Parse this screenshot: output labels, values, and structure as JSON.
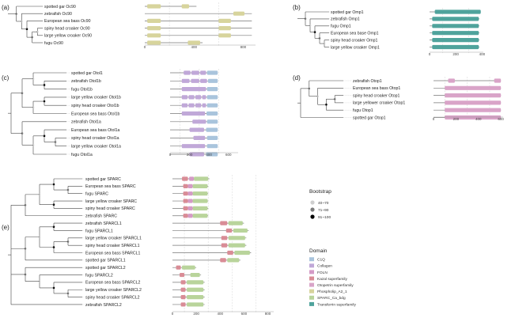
{
  "colors": {
    "C1Q": "#a9c4dc",
    "Collagen": "#c0a8d8",
    "FOLN": "#d49ac6",
    "Kazal superfamily": "#d98c96",
    "Otopetrin superfamily": "#d9a4c8",
    "Phospholip_A2_1": "#d7d49c",
    "SPARC_Ca_bdg": "#b9d49b",
    "Transferrin superfamily": "#4fa39c"
  },
  "panels": [
    {
      "letter": "(a)",
      "axis_ticks": [
        "0",
        "400",
        "800"
      ],
      "axis_max": 900,
      "vlines": [
        200,
        600
      ],
      "taxa": [
        {
          "name": "spotted gar Oc90",
          "len": 420,
          "domains": [
            {
              "s": 20,
              "e": 130,
              "type": "Phospholip_A2_1"
            },
            {
              "s": 300,
              "e": 360,
              "type": "Phospholip_A2_1"
            }
          ]
        },
        {
          "name": "zebrafish Oc90",
          "len": 870,
          "domains": [
            {
              "s": 720,
              "e": 810,
              "type": "Phospholip_A2_1"
            }
          ]
        },
        {
          "name": "European sea bass Oc90",
          "len": 870,
          "domains": [
            {
              "s": 20,
              "e": 130,
              "type": "Phospholip_A2_1"
            },
            {
              "s": 600,
              "e": 700,
              "type": "Phospholip_A2_1"
            }
          ]
        },
        {
          "name": "spiny head croaker Oc90",
          "len": 870,
          "domains": [
            {
              "s": 20,
              "e": 130,
              "type": "Phospholip_A2_1"
            },
            {
              "s": 600,
              "e": 700,
              "type": "Phospholip_A2_1"
            }
          ]
        },
        {
          "name": "large yellow croaker Oc90",
          "len": 870,
          "domains": [
            {
              "s": 20,
              "e": 130,
              "type": "Phospholip_A2_1"
            },
            {
              "s": 600,
              "e": 700,
              "type": "Phospholip_A2_1"
            }
          ]
        },
        {
          "name": "fugu Oc90",
          "len": 470,
          "domains": [
            {
              "s": 20,
              "e": 130,
              "type": "Phospholip_A2_1"
            },
            {
              "s": 350,
              "e": 450,
              "type": "Phospholip_A2_1"
            }
          ]
        }
      ]
    },
    {
      "letter": "(b)",
      "axis_ticks": [
        "0",
        "200",
        "400"
      ],
      "axis_max": 410,
      "vlines": [
        100,
        300
      ],
      "taxa": [
        {
          "name": "spotted gar Omp1",
          "len": 390,
          "domains": [
            {
              "s": 40,
              "e": 390,
              "type": "Transferrin superfamily"
            }
          ]
        },
        {
          "name": "zebrafish Omp1",
          "len": 380,
          "domains": [
            {
              "s": 20,
              "e": 375,
              "type": "Transferrin superfamily"
            }
          ]
        },
        {
          "name": "fugu Omp1",
          "len": 380,
          "domains": [
            {
              "s": 20,
              "e": 375,
              "type": "Transferrin superfamily"
            }
          ]
        },
        {
          "name": "European sea base Omp1",
          "len": 380,
          "domains": [
            {
              "s": 20,
              "e": 375,
              "type": "Transferrin superfamily"
            }
          ]
        },
        {
          "name": "spiny head croaker Omp1",
          "len": 380,
          "domains": [
            {
              "s": 20,
              "e": 375,
              "type": "Transferrin superfamily"
            }
          ]
        },
        {
          "name": "large yellow croaker Omp1",
          "len": 380,
          "domains": [
            {
              "s": 20,
              "e": 375,
              "type": "Transferrin superfamily"
            }
          ]
        }
      ]
    },
    {
      "letter": "(c)",
      "axis_ticks": [
        "0",
        "200",
        "400",
        "600"
      ],
      "axis_max": 700,
      "vlines": [
        100,
        300,
        500
      ],
      "taxa": [
        {
          "name": "spotted gar Otol1",
          "len": 490,
          "domains": [
            {
              "s": 140,
              "e": 210,
              "type": "Collagen"
            },
            {
              "s": 220,
              "e": 300,
              "type": "Collagen"
            },
            {
              "s": 310,
              "e": 370,
              "type": "Collagen"
            },
            {
              "s": 380,
              "e": 490,
              "type": "C1Q"
            }
          ]
        },
        {
          "name": "zebrafish Otol1b",
          "len": 490,
          "domains": [
            {
              "s": 120,
              "e": 200,
              "type": "Collagen"
            },
            {
              "s": 215,
              "e": 300,
              "type": "Collagen"
            },
            {
              "s": 310,
              "e": 380,
              "type": "Collagen"
            },
            {
              "s": 390,
              "e": 490,
              "type": "C1Q"
            }
          ]
        },
        {
          "name": "fugu Otol1b",
          "len": 490,
          "domains": [
            {
              "s": 120,
              "e": 370,
              "type": "Collagen"
            },
            {
              "s": 380,
              "e": 490,
              "type": "C1Q"
            }
          ]
        },
        {
          "name": "large yellow croaker Otol1b",
          "len": 490,
          "domains": [
            {
              "s": 120,
              "e": 180,
              "type": "Collagen"
            },
            {
              "s": 190,
              "e": 250,
              "type": "Collagen"
            },
            {
              "s": 260,
              "e": 320,
              "type": "Collagen"
            },
            {
              "s": 330,
              "e": 370,
              "type": "Collagen"
            },
            {
              "s": 380,
              "e": 490,
              "type": "C1Q"
            }
          ]
        },
        {
          "name": "spiny head croaker Otol1b",
          "len": 490,
          "domains": [
            {
              "s": 120,
              "e": 180,
              "type": "Collagen"
            },
            {
              "s": 190,
              "e": 250,
              "type": "Collagen"
            },
            {
              "s": 260,
              "e": 320,
              "type": "Collagen"
            },
            {
              "s": 330,
              "e": 370,
              "type": "Collagen"
            },
            {
              "s": 380,
              "e": 490,
              "type": "C1Q"
            }
          ]
        },
        {
          "name": "European sea bass Otol1b",
          "len": 490,
          "domains": [
            {
              "s": 120,
              "e": 360,
              "type": "Collagen"
            },
            {
              "s": 375,
              "e": 490,
              "type": "C1Q"
            }
          ]
        },
        {
          "name": "zebrafish Otol1a",
          "len": 490,
          "domains": [
            {
              "s": 230,
              "e": 370,
              "type": "Collagen"
            },
            {
              "s": 380,
              "e": 490,
              "type": "C1Q"
            }
          ]
        },
        {
          "name": "European sea bass Otol1a",
          "len": 490,
          "domains": [
            {
              "s": 200,
              "e": 350,
              "type": "Collagen"
            },
            {
              "s": 370,
              "e": 490,
              "type": "C1Q"
            }
          ]
        },
        {
          "name": "spiny head croaker Otol1a",
          "len": 490,
          "domains": [
            {
              "s": 240,
              "e": 360,
              "type": "Collagen"
            },
            {
              "s": 380,
              "e": 490,
              "type": "C1Q"
            }
          ]
        },
        {
          "name": "large yellow croaker Otol1a",
          "len": 490,
          "domains": [
            {
              "s": 120,
              "e": 360,
              "type": "Collagen"
            },
            {
              "s": 380,
              "e": 490,
              "type": "C1Q"
            }
          ]
        },
        {
          "name": "fugu Otol1a",
          "len": 490,
          "domains": [
            {
              "s": 200,
              "e": 350,
              "type": "Collagen"
            },
            {
              "s": 370,
              "e": 490,
              "type": "C1Q"
            }
          ]
        }
      ]
    },
    {
      "letter": "(d)",
      "axis_ticks": [
        "0",
        "200",
        "400",
        "600"
      ],
      "axis_max": 620,
      "vlines": [
        100,
        300,
        500
      ],
      "taxa": [
        {
          "name": "zebrafish Otop1",
          "len": 600,
          "domains": [
            {
              "s": 130,
              "e": 190,
              "type": "Otopetrin superfamily"
            },
            {
              "s": 540,
              "e": 600,
              "type": "Otopetrin superfamily"
            }
          ]
        },
        {
          "name": "European sea bass Otop1",
          "len": 600,
          "domains": [
            {
              "s": 100,
              "e": 600,
              "type": "Otopetrin superfamily"
            }
          ]
        },
        {
          "name": "spiny head croaker Otop1",
          "len": 600,
          "domains": [
            {
              "s": 100,
              "e": 600,
              "type": "Otopetrin superfamily"
            }
          ]
        },
        {
          "name": "large yellower croaker Otop1",
          "len": 600,
          "domains": [
            {
              "s": 100,
              "e": 600,
              "type": "Otopetrin superfamily"
            }
          ]
        },
        {
          "name": "fugu Otop1",
          "len": 600,
          "domains": [
            {
              "s": 100,
              "e": 600,
              "type": "Otopetrin superfamily"
            }
          ]
        },
        {
          "name": "spotted gar Otop1",
          "len": 600,
          "domains": [
            {
              "s": 100,
              "e": 600,
              "type": "Otopetrin superfamily"
            }
          ]
        }
      ]
    },
    {
      "letter": "(e)",
      "axis_ticks": [
        "0",
        "200",
        "400",
        "600",
        "800"
      ],
      "axis_max": 850,
      "vlines": [
        100,
        300,
        500,
        700
      ],
      "taxa": [
        {
          "name": "spotted gar SPARC",
          "len": 310,
          "domains": [
            {
              "s": 80,
              "e": 130,
              "type": "Kazal superfamily"
            },
            {
              "s": 140,
              "e": 180,
              "type": "FOLN"
            },
            {
              "s": 180,
              "e": 300,
              "type": "SPARC_Ca_bdg"
            }
          ]
        },
        {
          "name": "European sea bass SPARC",
          "len": 300,
          "domains": [
            {
              "s": 90,
              "e": 130,
              "type": "Kazal superfamily"
            },
            {
              "s": 130,
              "e": 170,
              "type": "FOLN"
            },
            {
              "s": 170,
              "e": 295,
              "type": "SPARC_Ca_bdg"
            }
          ]
        },
        {
          "name": "fugu SPARC",
          "len": 300,
          "domains": [
            {
              "s": 90,
              "e": 130,
              "type": "Kazal superfamily"
            },
            {
              "s": 130,
              "e": 170,
              "type": "FOLN"
            },
            {
              "s": 170,
              "e": 295,
              "type": "SPARC_Ca_bdg"
            }
          ]
        },
        {
          "name": "large yellow croaker SPARC",
          "len": 300,
          "domains": [
            {
              "s": 90,
              "e": 130,
              "type": "Kazal superfamily"
            },
            {
              "s": 130,
              "e": 170,
              "type": "FOLN"
            },
            {
              "s": 170,
              "e": 295,
              "type": "SPARC_Ca_bdg"
            }
          ]
        },
        {
          "name": "spiny head croaker SPARC",
          "len": 300,
          "domains": [
            {
              "s": 90,
              "e": 130,
              "type": "Kazal superfamily"
            },
            {
              "s": 130,
              "e": 170,
              "type": "FOLN"
            },
            {
              "s": 170,
              "e": 295,
              "type": "SPARC_Ca_bdg"
            }
          ]
        },
        {
          "name": "zebrafish SPARC",
          "len": 300,
          "domains": [
            {
              "s": 90,
              "e": 130,
              "type": "Kazal superfamily"
            },
            {
              "s": 130,
              "e": 170,
              "type": "FOLN"
            },
            {
              "s": 170,
              "e": 295,
              "type": "SPARC_Ca_bdg"
            }
          ]
        },
        {
          "name": "zebrafish SPARCL1",
          "len": 600,
          "domains": [
            {
              "s": 400,
              "e": 460,
              "type": "Kazal superfamily"
            },
            {
              "s": 470,
              "e": 590,
              "type": "SPARC_Ca_bdg"
            }
          ]
        },
        {
          "name": "fugu SPARCL1",
          "len": 640,
          "domains": [
            {
              "s": 450,
              "e": 500,
              "type": "Kazal superfamily"
            },
            {
              "s": 510,
              "e": 630,
              "type": "SPARC_Ca_bdg"
            }
          ]
        },
        {
          "name": "large yellow croaker SPARCL1",
          "len": 620,
          "domains": [
            {
              "s": 410,
              "e": 460,
              "type": "Kazal superfamily"
            },
            {
              "s": 470,
              "e": 610,
              "type": "SPARC_Ca_bdg"
            }
          ]
        },
        {
          "name": "spiny head croaker SPARCL1",
          "len": 620,
          "domains": [
            {
              "s": 410,
              "e": 460,
              "type": "Kazal superfamily"
            },
            {
              "s": 470,
              "e": 610,
              "type": "SPARC_Ca_bdg"
            }
          ]
        },
        {
          "name": "European sea bass SPARCL1",
          "len": 660,
          "domains": [
            {
              "s": 460,
              "e": 510,
              "type": "Kazal superfamily"
            },
            {
              "s": 520,
              "e": 650,
              "type": "SPARC_Ca_bdg"
            }
          ]
        },
        {
          "name": "spotted gar SPARCL1",
          "len": 570,
          "domains": [
            {
              "s": 400,
              "e": 450,
              "type": "Kazal superfamily"
            },
            {
              "s": 460,
              "e": 560,
              "type": "SPARC_Ca_bdg"
            }
          ]
        },
        {
          "name": "spotted gar SPARCL2",
          "len": 200,
          "domains": [
            {
              "s": 30,
              "e": 70,
              "type": "Kazal superfamily"
            },
            {
              "s": 80,
              "e": 190,
              "type": "SPARC_Ca_bdg"
            }
          ]
        },
        {
          "name": "fugu SPARCL2",
          "len": 240,
          "domains": [
            {
              "s": 60,
              "e": 100,
              "type": "Kazal superfamily"
            },
            {
              "s": 150,
              "e": 230,
              "type": "SPARC_Ca_bdg"
            }
          ]
        },
        {
          "name": "European sea bass SPARCL2",
          "len": 270,
          "domains": [
            {
              "s": 70,
              "e": 110,
              "type": "Kazal superfamily"
            },
            {
              "s": 120,
              "e": 260,
              "type": "SPARC_Ca_bdg"
            }
          ]
        },
        {
          "name": "large yellow croaker SPARCL2",
          "len": 270,
          "domains": [
            {
              "s": 70,
              "e": 110,
              "type": "Kazal superfamily"
            },
            {
              "s": 120,
              "e": 260,
              "type": "SPARC_Ca_bdg"
            }
          ]
        },
        {
          "name": "spiny head croaker SPARCL2",
          "len": 270,
          "domains": [
            {
              "s": 70,
              "e": 110,
              "type": "Kazal superfamily"
            },
            {
              "s": 120,
              "e": 260,
              "type": "SPARC_Ca_bdg"
            }
          ]
        },
        {
          "name": "zebrafish SPARCL2",
          "len": 270,
          "domains": [
            {
              "s": 70,
              "e": 110,
              "type": "Kazal superfamily"
            },
            {
              "s": 120,
              "e": 260,
              "type": "SPARC_Ca_bdg"
            }
          ]
        }
      ]
    }
  ],
  "legend": {
    "bootstrap_title": "Bootstrap",
    "bootstrap_items": [
      {
        "label": "40~70",
        "color": "#cfcfcf"
      },
      {
        "label": "71~90",
        "color": "#7a7a7a"
      },
      {
        "label": "91~100",
        "color": "#000000"
      }
    ],
    "domain_title": "Domain",
    "domain_items": [
      "C1Q",
      "Collagen",
      "FOLN",
      "Kazal superfamily",
      "Otopetrin superfamily",
      "Phospholip_A2_1",
      "SPARC_Ca_bdg",
      "Transferrin superfamily"
    ]
  }
}
